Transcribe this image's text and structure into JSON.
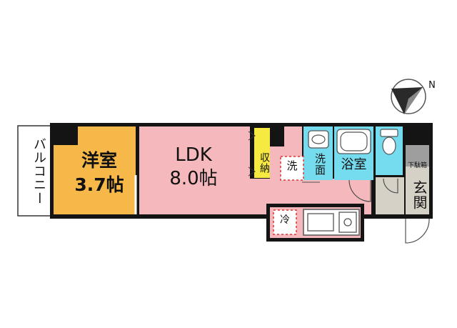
{
  "compass": {
    "label": "N"
  },
  "rooms": {
    "balcony": "バルコニー",
    "western_room": {
      "name": "洋室",
      "size": "3.7帖",
      "color": "#f7b84a"
    },
    "ldk": {
      "name": "LDK",
      "size": "8.0帖",
      "color": "#f4b8bd"
    },
    "storage": "収納",
    "washer": "洗",
    "washroom": "洗面",
    "bathroom": "浴室",
    "shoe_box": "下駄箱",
    "entrance": "玄関",
    "fridge": "冷"
  },
  "colors": {
    "wall": "#141414",
    "storage_yellow": "#f6ea42",
    "wet_area_cyan": "#74dcee",
    "entrance_gray": "#d6d1c7",
    "fixture_gray": "#9e9e9e"
  }
}
